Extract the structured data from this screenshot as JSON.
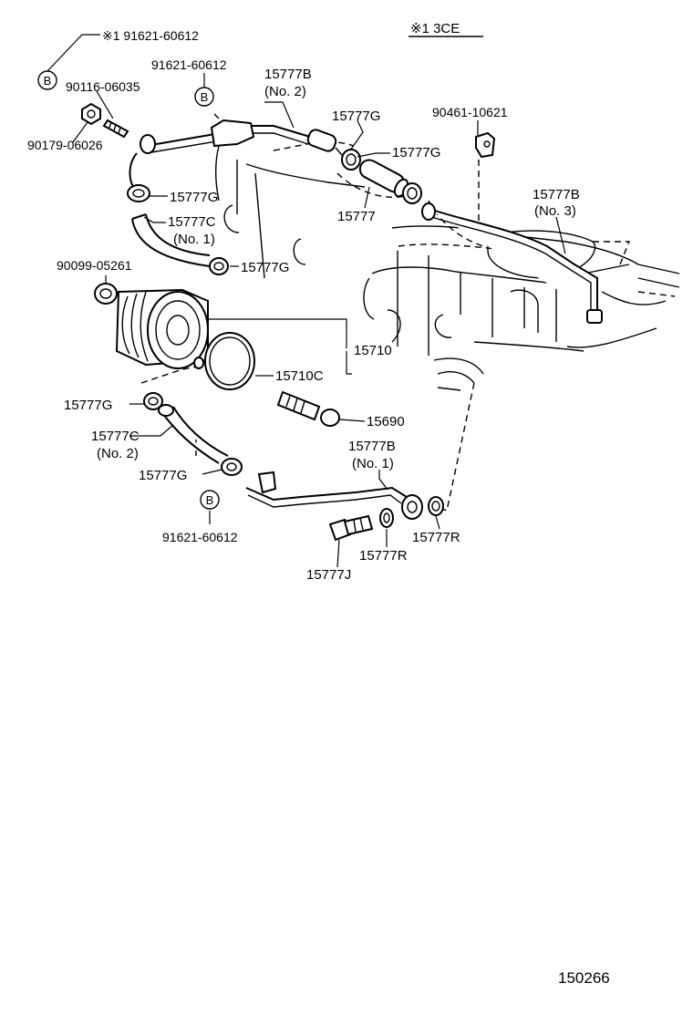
{
  "header": {
    "note": "※1  3CE"
  },
  "footer": {
    "code": "150266"
  },
  "badges": {
    "b_letter": "B"
  },
  "labels": {
    "l_91621_top": "※1 91621-60612",
    "l_90116": "90116-06035",
    "l_90179": "90179-06026",
    "l_91621_mid": "91621-60612",
    "l_15777b_no2_a": "15777B",
    "l_15777b_no2_b": "(No. 2)",
    "l_15777g_1": "15777G",
    "l_15777g_2": "15777G",
    "l_15777": "15777",
    "l_90461": "90461-10621",
    "l_15777b_no3_a": "15777B",
    "l_15777b_no3_b": "(No. 3)",
    "l_15777g_3": "15777G",
    "l_15777c_no1_a": "15777C",
    "l_15777c_no1_b": "(No. 1)",
    "l_15777g_4": "15777G",
    "l_90099": "90099-05261",
    "l_15710": "15710",
    "l_15710c": "15710C",
    "l_15777g_5": "15777G",
    "l_15690": "15690",
    "l_15777c_no2_a": "15777C",
    "l_15777c_no2_b": "(No. 2)",
    "l_15777b_no1_a": "15777B",
    "l_15777b_no1_b": "(No. 1)",
    "l_15777g_6": "15777G",
    "l_91621_bot": "91621-60612",
    "l_15777r_1": "15777R",
    "l_15777r_2": "15777R",
    "l_15777j": "15777J"
  }
}
